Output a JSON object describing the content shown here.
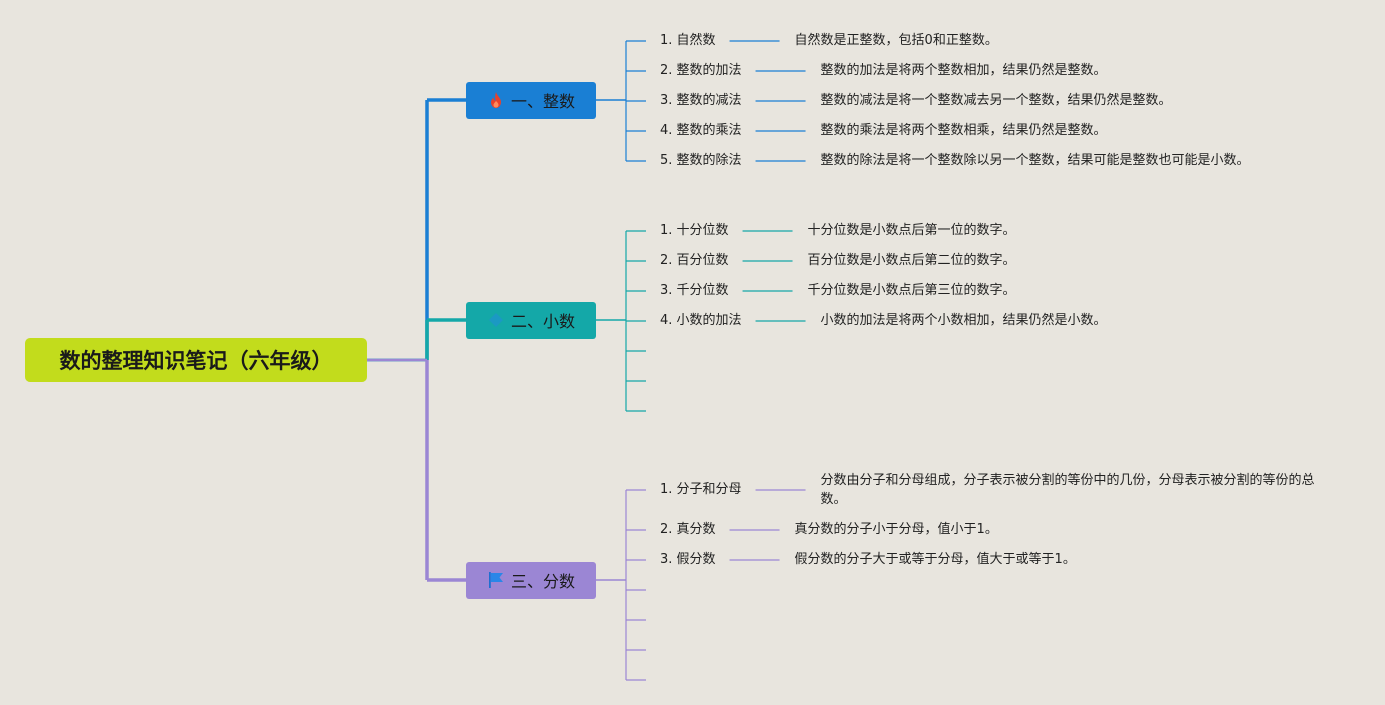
{
  "root": {
    "label": "数的整理知识笔记（六年级）",
    "color": "#c2dc1c"
  },
  "branches": [
    {
      "label": "一、整数",
      "icon": "fire-icon",
      "color": "#1a7fd4",
      "items": [
        {
          "label": "1. 自然数",
          "desc": "自然数是正整数，包括0和正整数。"
        },
        {
          "label": "2. 整数的加法",
          "desc": "整数的加法是将两个整数相加，结果仍然是整数。"
        },
        {
          "label": "3. 整数的减法",
          "desc": "整数的减法是将一个整数减去另一个整数，结果仍然是整数。"
        },
        {
          "label": "4. 整数的乘法",
          "desc": "整数的乘法是将两个整数相乘，结果仍然是整数。"
        },
        {
          "label": "5. 整数的除法",
          "desc": "整数的除法是将一个整数除以另一个整数，结果可能是整数也可能是小数。"
        }
      ]
    },
    {
      "label": "二、小数",
      "icon": "diamond-icon",
      "color": "#14a8a8",
      "items": [
        {
          "label": "1. 十分位数",
          "desc": "十分位数是小数点后第一位的数字。"
        },
        {
          "label": "2. 百分位数",
          "desc": "百分位数是小数点后第二位的数字。"
        },
        {
          "label": "3. 千分位数",
          "desc": "千分位数是小数点后第三位的数字。"
        },
        {
          "label": "4. 小数的加法",
          "desc": "小数的加法是将两个小数相加，结果仍然是小数。"
        }
      ]
    },
    {
      "label": "三、分数",
      "icon": "flag-icon",
      "color": "#9b86d4",
      "items": [
        {
          "label": "1. 分子和分母",
          "desc": "分数由分子和分母组成，分子表示被分割的等份中的几份，分母表示被分割的等份的总数。"
        },
        {
          "label": "2. 真分数",
          "desc": "真分数的分子小于分母，值小于1。"
        },
        {
          "label": "3. 假分数",
          "desc": "假分数的分子大于或等于分母，值大于或等于1。"
        }
      ]
    }
  ]
}
